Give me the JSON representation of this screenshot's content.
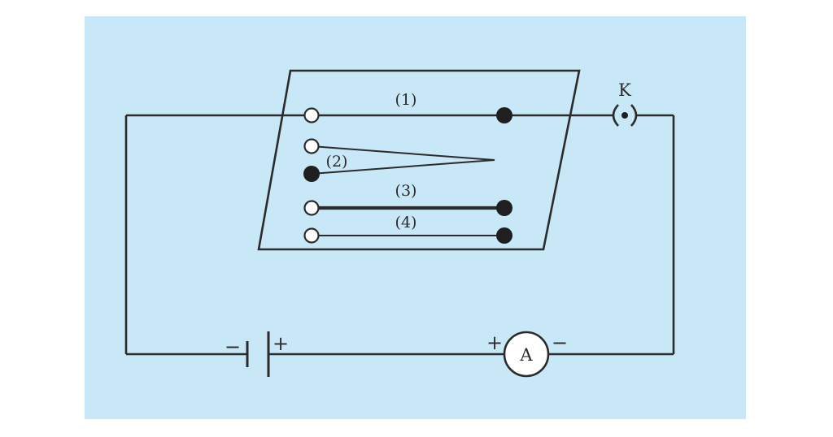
{
  "diagram": {
    "background_color": "#c8e7f7",
    "line_color": "#2b2b2b",
    "wire_labels": [
      "(1)",
      "(2)",
      "(3)",
      "(4)"
    ],
    "key_label": "K",
    "ammeter_label": "A",
    "battery": {
      "negative": "−",
      "positive": "+"
    },
    "ammeter_terminals": {
      "positive": "+",
      "negative": "−"
    }
  }
}
